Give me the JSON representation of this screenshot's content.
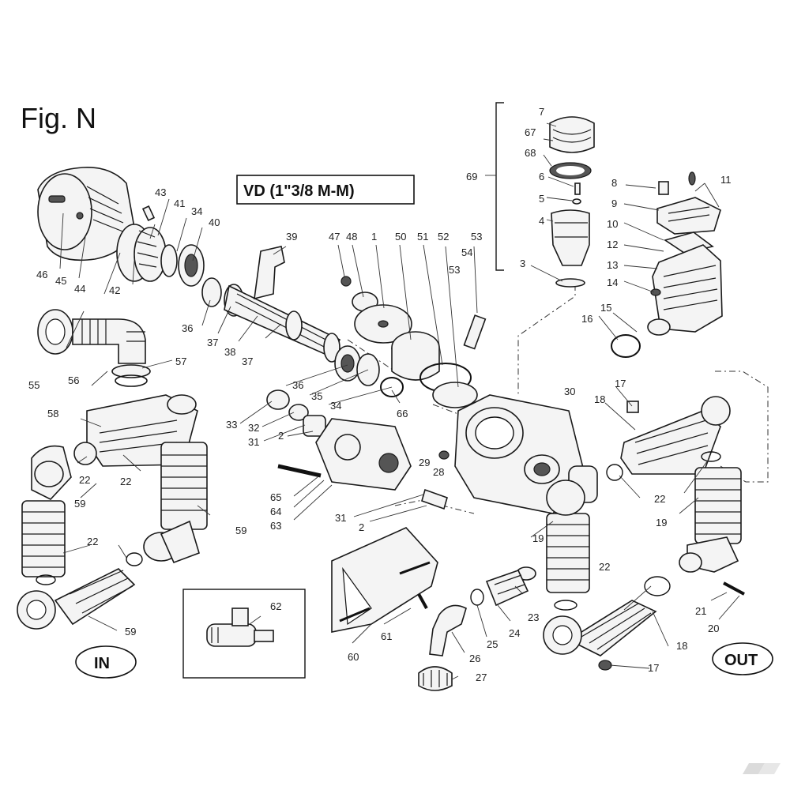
{
  "figure_title": "Fig. N",
  "model_label": "VD (1\"3/8 M-M)",
  "in_label": "IN",
  "out_label": "OUT",
  "callouts": {
    "n1": "1",
    "n2a": "2",
    "n2b": "2",
    "n3": "3",
    "n4": "4",
    "n5": "5",
    "n6": "6",
    "n7": "7",
    "n8": "8",
    "n9": "9",
    "n10": "10",
    "n11": "11",
    "n12": "12",
    "n13": "13",
    "n14": "14",
    "n15": "15",
    "n16": "16",
    "n17a": "17",
    "n17b": "17",
    "n18a": "18",
    "n18b": "18",
    "n19a": "19",
    "n19b": "19",
    "n20": "20",
    "n21": "21",
    "n22a": "22",
    "n22b": "22",
    "n22c": "22",
    "n22d": "22",
    "n23": "23",
    "n24": "24",
    "n25": "25",
    "n26": "26",
    "n27": "27",
    "n28": "28",
    "n29": "29",
    "n30": "30",
    "n31a": "31",
    "n31b": "31",
    "n32": "32",
    "n33": "33",
    "n34a": "34",
    "n34b": "34",
    "n35": "35",
    "n36a": "36",
    "n36b": "36",
    "n37a": "37",
    "n37b": "37",
    "n38": "38",
    "n39": "39",
    "n40": "40",
    "n41": "41",
    "n42": "42",
    "n43": "43",
    "n44": "44",
    "n45": "45",
    "n46": "46",
    "n47": "47",
    "n48": "48",
    "n50": "50",
    "n51": "51",
    "n52": "52",
    "n53a": "53",
    "n53b": "53",
    "n54": "54",
    "n55": "55",
    "n56": "56",
    "n57": "57",
    "n58": "58",
    "n59a": "59",
    "n59b": "59",
    "n59c": "59",
    "n60": "60",
    "n61": "61",
    "n62": "62",
    "n63": "63",
    "n64": "64",
    "n65": "65",
    "n66": "66",
    "n67": "67",
    "n68": "68",
    "n69": "69"
  }
}
